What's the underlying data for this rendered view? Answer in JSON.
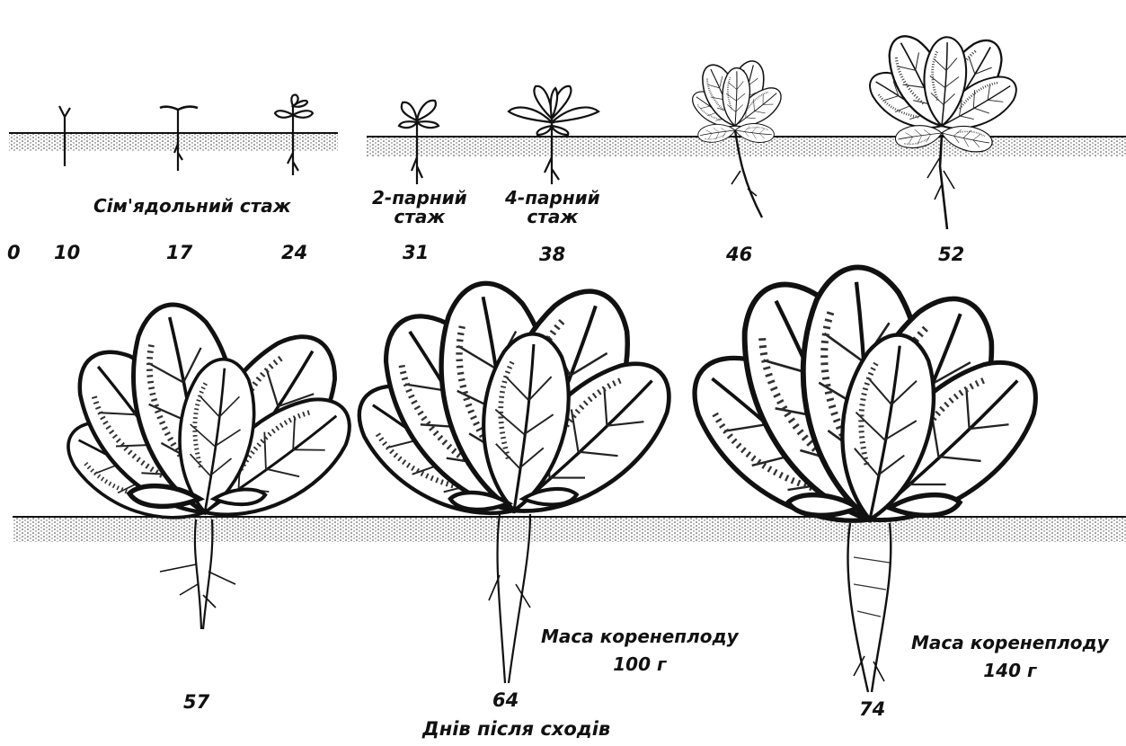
{
  "top_row": {
    "stage_cotyledon": "Сім'ядольний стаж",
    "stage_two_pair": [
      "2-парний",
      "стаж"
    ],
    "stage_four_pair": [
      "4-парний",
      "стаж"
    ],
    "days": [
      "0",
      "10",
      "17",
      "24",
      "31",
      "38",
      "46",
      "52"
    ]
  },
  "bottom_row": {
    "days": [
      "57",
      "64",
      "74"
    ],
    "root_mass_100": [
      "Маса коренеплоду",
      "100 г"
    ],
    "root_mass_140": [
      "Маса коренеплоду",
      "140 г"
    ]
  },
  "caption": "Днів після сходів"
}
